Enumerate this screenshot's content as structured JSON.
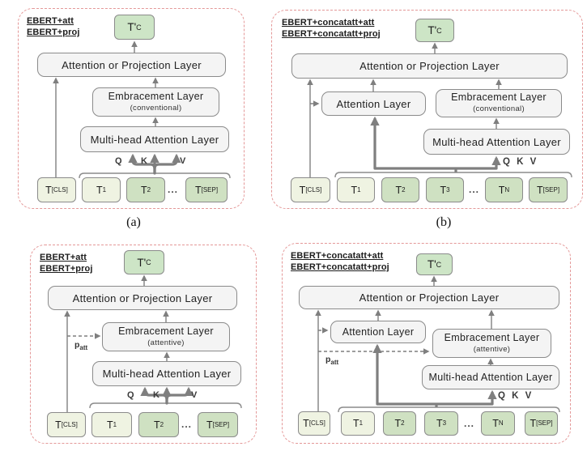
{
  "captions": {
    "a": "(a)",
    "b": "(b)"
  },
  "colors": {
    "panel_border": "#e49898",
    "layer_fill": "#f4f4f4",
    "box_border": "#8b8b8b",
    "output_fill": "#cde5c6",
    "token_light": "#eff3e2",
    "token_green": "#cfe1c2",
    "arrow": "#7f7f7f"
  },
  "panels": {
    "a": {
      "methods": [
        "EBERT+att",
        "EBERT+proj"
      ],
      "output": {
        "base": "T'",
        "sub": "C"
      },
      "attention_or_projection": "Attention or Projection Layer",
      "embracement": {
        "title": "Embracement Layer",
        "mode": "(conventional)"
      },
      "multihead": "Multi-head Attention Layer",
      "qkv": {
        "q": "Q",
        "k": "K",
        "v": "V"
      },
      "ellipsis": "...",
      "tokens": [
        {
          "base": "T",
          "sub": "[CLS]"
        },
        {
          "base": "T",
          "sub": "1"
        },
        {
          "base": "T",
          "sub": "2"
        },
        {
          "base": "T",
          "sub": "[SEP]"
        }
      ]
    },
    "b": {
      "methods": [
        "EBERT+concatatt+att",
        "EBERT+concatatt+proj"
      ],
      "output": {
        "base": "T'",
        "sub": "C"
      },
      "attention_or_projection": "Attention or Projection Layer",
      "attention_layer": "Attention Layer",
      "embracement": {
        "title": "Embracement Layer",
        "mode": "(conventional)"
      },
      "multihead": "Multi-head Attention Layer",
      "qkv_label": "Q K V",
      "ellipsis": "...",
      "tokens": [
        {
          "base": "T",
          "sub": "[CLS]"
        },
        {
          "base": "T",
          "sub": "1"
        },
        {
          "base": "T",
          "sub": "2"
        },
        {
          "base": "T",
          "sub": "3"
        },
        {
          "base": "T",
          "sub": "N"
        },
        {
          "base": "T",
          "sub": "[SEP]"
        }
      ]
    },
    "c": {
      "methods": [
        "EBERT+att",
        "EBERT+proj"
      ],
      "output": {
        "base": "T'",
        "sub": "C"
      },
      "attention_or_projection": "Attention or Projection Layer",
      "embracement": {
        "title": "Embracement Layer",
        "mode": "(attentive)"
      },
      "multihead": "Multi-head Attention Layer",
      "qkv": {
        "q": "Q",
        "k": "K",
        "v": "V"
      },
      "p_att": {
        "base": "p",
        "sub": "att"
      },
      "ellipsis": "...",
      "tokens": [
        {
          "base": "T",
          "sub": "[CLS]"
        },
        {
          "base": "T",
          "sub": "1"
        },
        {
          "base": "T",
          "sub": "2"
        },
        {
          "base": "T",
          "sub": "[SEP]"
        }
      ]
    },
    "d": {
      "methods": [
        "EBERT+concatatt+att",
        "EBERT+concatatt+proj"
      ],
      "output": {
        "base": "T'",
        "sub": "C"
      },
      "attention_or_projection": "Attention or Projection Layer",
      "attention_layer": "Attention Layer",
      "embracement": {
        "title": "Embracement Layer",
        "mode": "(attentive)"
      },
      "multihead": "Multi-head Attention Layer",
      "qkv_label": "Q K V",
      "p_att": {
        "base": "p",
        "sub": "att"
      },
      "ellipsis": "...",
      "tokens": [
        {
          "base": "T",
          "sub": "[CLS]"
        },
        {
          "base": "T",
          "sub": "1"
        },
        {
          "base": "T",
          "sub": "2"
        },
        {
          "base": "T",
          "sub": "3"
        },
        {
          "base": "T",
          "sub": "N"
        },
        {
          "base": "T",
          "sub": "[SEP]"
        }
      ]
    }
  }
}
